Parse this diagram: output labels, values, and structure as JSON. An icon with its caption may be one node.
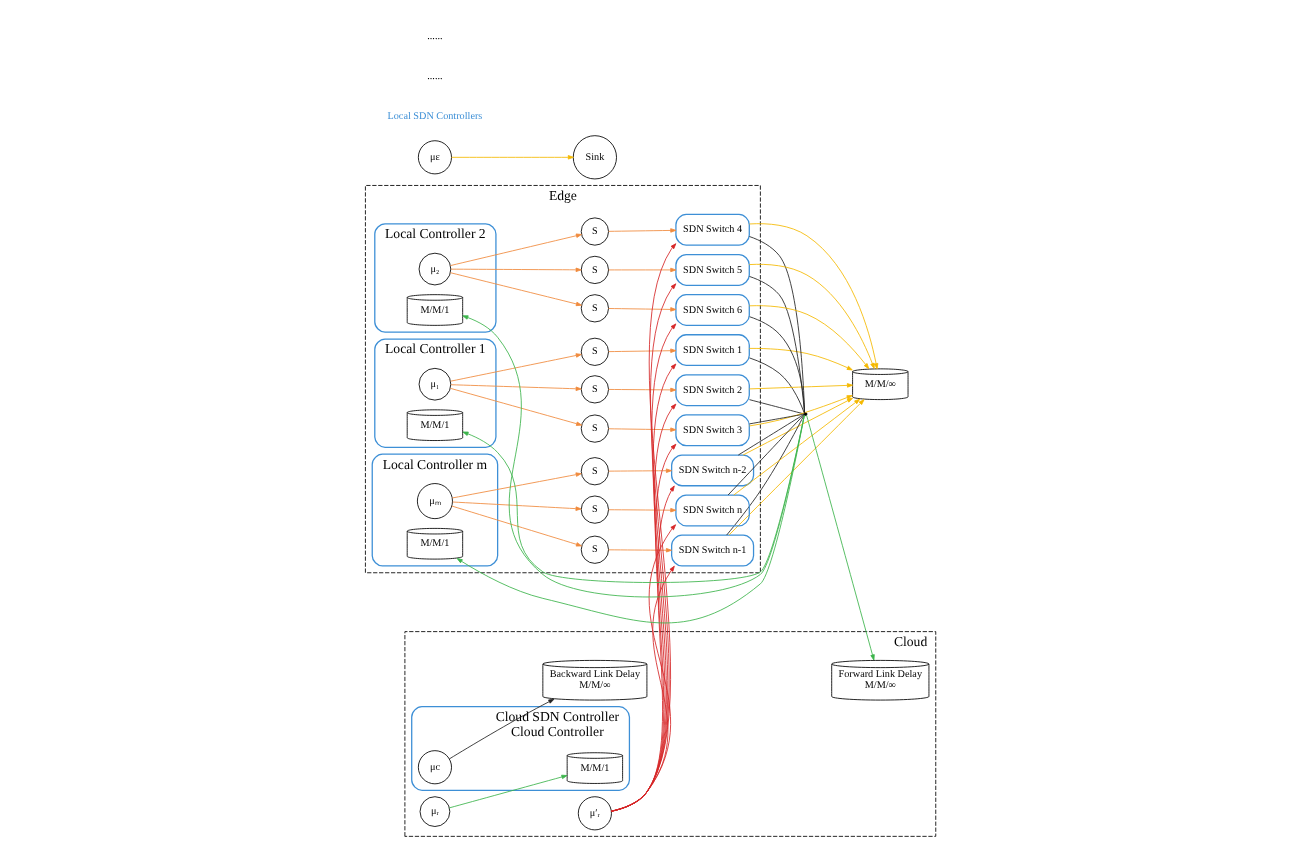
{
  "diagram": {
    "nodes": [
      {
        "text": [
          "Edge"
        ]
      },
      {
        "text": [
          "Local Controller 1"
        ],
        "in": 0
      },
      {
        "text": [
          "μ₁"
        ],
        "in": 1
      },
      {
        "text": [
          "M/M/1"
        ],
        "in": 1
      },
      {
        "text": [
          "Local Controller 2"
        ],
        "in": 0
      },
      {
        "text": [
          "μ₂"
        ],
        "in": 4
      },
      {
        "text": [
          "M/M/1"
        ],
        "in": 4
      },
      {
        "text": [
          "Local Controller m"
        ],
        "in": 0
      },
      {
        "text": [
          "μₘ"
        ],
        "in": 7
      },
      {
        "text": [
          "M/M/1"
        ],
        "in": 7
      },
      {
        "text": [
          "S"
        ],
        "in": 0
      },
      {
        "text": [
          "SDN Switch 1"
        ],
        "in": 0
      },
      {
        "text": [
          "S"
        ],
        "in": 0
      },
      {
        "text": [
          "SDN Switch 2"
        ],
        "in": 0
      },
      {
        "text": [
          "S"
        ],
        "in": 0
      },
      {
        "text": [
          "SDN Switch 3"
        ],
        "in": 0
      },
      {
        "text": [
          "S"
        ],
        "in": 0
      },
      {
        "text": [
          "SDN Switch 4"
        ],
        "in": 0
      },
      {
        "text": [
          "S"
        ],
        "in": 0
      },
      {
        "text": [
          "SDN Switch 5"
        ],
        "in": 0
      },
      {
        "text": [
          "S"
        ],
        "in": 0
      },
      {
        "text": [
          "SDN Switch 6"
        ],
        "in": 0
      },
      {
        "text": [
          "S"
        ],
        "in": 0
      },
      {
        "text": [
          "SDN Switch n-2"
        ],
        "in": 0
      },
      {
        "text": [
          "S"
        ],
        "in": 0
      },
      {
        "text": [
          "SDN Switch n-1"
        ],
        "in": 0
      },
      {
        "text": [
          "S"
        ],
        "in": 0
      },
      {
        "text": [
          "SDN Switch n"
        ],
        "in": 0
      },
      {
        "text": [
          "Cloud"
        ]
      },
      {
        "text": [
          "Forward Link Delay",
          "M/M/∞"
        ],
        "in": 28
      },
      {
        "text": [
          "μᵣ"
        ],
        "in": 28
      },
      {
        "text": [
          "Cloud SDN Controller",
          "Cloud Controller"
        ],
        "in": 28
      },
      {
        "text": [
          "M/M/1"
        ],
        "in": 31
      },
      {
        "text": [
          "μc"
        ],
        "in": 31
      },
      {
        "text": [
          "μ′ᵣ"
        ],
        "in": 28
      },
      {
        "text": [
          "Backward Link Delay",
          "M/M/∞"
        ],
        "in": 28
      },
      {
        "text": [
          "M/M/∞"
        ]
      },
      {
        "text": [
          "με"
        ]
      },
      {
        "text": [
          "Sink"
        ]
      },
      {
        "text": [],
        "shape": "dot"
      }
    ],
    "edges": [
      {
        "from": 2,
        "to": 10,
        "arrow": "to",
        "color": "#f08a3c"
      },
      {
        "from": 2,
        "to": 12,
        "arrow": "to",
        "color": "#f08a3c"
      },
      {
        "from": 2,
        "to": 14,
        "arrow": "to",
        "color": "#f08a3c"
      },
      {
        "from": 5,
        "to": 16,
        "arrow": "to",
        "color": "#f08a3c"
      },
      {
        "from": 5,
        "to": 18,
        "arrow": "to",
        "color": "#f08a3c"
      },
      {
        "from": 5,
        "to": 20,
        "arrow": "to",
        "color": "#f08a3c"
      },
      {
        "from": 8,
        "to": 22,
        "arrow": "to",
        "color": "#f08a3c"
      },
      {
        "from": 8,
        "to": 24,
        "arrow": "to",
        "color": "#f08a3c"
      },
      {
        "from": 8,
        "to": 26,
        "arrow": "to",
        "color": "#f08a3c"
      },
      {
        "from": 10,
        "to": 11,
        "arrow": "to",
        "color": "#f08a3c"
      },
      {
        "from": 12,
        "to": 13,
        "arrow": "to",
        "color": "#f08a3c"
      },
      {
        "from": 14,
        "to": 15,
        "arrow": "to",
        "color": "#f08a3c"
      },
      {
        "from": 16,
        "to": 17,
        "arrow": "to",
        "color": "#f08a3c"
      },
      {
        "from": 18,
        "to": 19,
        "arrow": "to",
        "color": "#f08a3c"
      },
      {
        "from": 20,
        "to": 21,
        "arrow": "to",
        "color": "#f08a3c"
      },
      {
        "from": 22,
        "to": 23,
        "arrow": "to",
        "color": "#f08a3c"
      },
      {
        "from": 24,
        "to": 25,
        "arrow": "to",
        "color": "#f08a3c"
      },
      {
        "from": 26,
        "to": 27,
        "arrow": "to",
        "color": "#f08a3c"
      },
      {
        "from": 34,
        "to": 11,
        "arrow": "to",
        "color": "#d62728"
      },
      {
        "from": 34,
        "to": 13,
        "arrow": "to",
        "color": "#d62728"
      },
      {
        "from": 34,
        "to": 15,
        "arrow": "to",
        "color": "#d62728"
      },
      {
        "from": 34,
        "to": 17,
        "arrow": "to",
        "color": "#d62728"
      },
      {
        "from": 34,
        "to": 19,
        "arrow": "to",
        "color": "#d62728"
      },
      {
        "from": 34,
        "to": 21,
        "arrow": "to",
        "color": "#d62728"
      },
      {
        "from": 34,
        "to": 23,
        "arrow": "to",
        "color": "#d62728"
      },
      {
        "from": 34,
        "to": 25,
        "arrow": "to",
        "color": "#d62728"
      },
      {
        "from": 34,
        "to": 27,
        "arrow": "to",
        "color": "#d62728"
      },
      {
        "from": 11,
        "to": 39,
        "arrow": "none",
        "color": "#222222"
      },
      {
        "from": 13,
        "to": 39,
        "arrow": "none",
        "color": "#222222"
      },
      {
        "from": 15,
        "to": 39,
        "arrow": "none",
        "color": "#222222"
      },
      {
        "from": 17,
        "to": 39,
        "arrow": "none",
        "color": "#222222"
      },
      {
        "from": 19,
        "to": 39,
        "arrow": "none",
        "color": "#222222"
      },
      {
        "from": 21,
        "to": 39,
        "arrow": "none",
        "color": "#222222"
      },
      {
        "from": 23,
        "to": 39,
        "arrow": "none",
        "color": "#222222"
      },
      {
        "from": 25,
        "to": 39,
        "arrow": "none",
        "color": "#222222"
      },
      {
        "from": 27,
        "to": 39,
        "arrow": "none",
        "color": "#222222"
      },
      {
        "from": 39,
        "to": 3,
        "arrow": "to",
        "color": "#3cb44b"
      },
      {
        "from": 39,
        "to": 6,
        "arrow": "to",
        "color": "#3cb44b"
      },
      {
        "from": 39,
        "to": 9,
        "arrow": "to",
        "color": "#3cb44b"
      },
      {
        "from": 39,
        "to": 29,
        "arrow": "to",
        "color": "#3cb44b"
      },
      {
        "from": 30,
        "to": 32,
        "arrow": "to",
        "color": "#3cb44b"
      },
      {
        "from": 33,
        "to": 35,
        "arrow": "to",
        "color": "#222222"
      },
      {
        "from": 11,
        "to": 36,
        "arrow": "to",
        "color": "#f5b800"
      },
      {
        "from": 13,
        "to": 36,
        "arrow": "to",
        "color": "#f5b800"
      },
      {
        "from": 15,
        "to": 36,
        "arrow": "to",
        "color": "#f5b800"
      },
      {
        "from": 17,
        "to": 36,
        "arrow": "to",
        "color": "#f5b800"
      },
      {
        "from": 19,
        "to": 36,
        "arrow": "to",
        "color": "#f5b800"
      },
      {
        "from": 21,
        "to": 36,
        "arrow": "to",
        "color": "#f5b800"
      },
      {
        "from": 23,
        "to": 36,
        "arrow": "to",
        "color": "#f5b800"
      },
      {
        "from": 25,
        "to": 36,
        "arrow": "to",
        "color": "#f5b800"
      },
      {
        "from": 27,
        "to": 36,
        "arrow": "to",
        "color": "#f5b800"
      },
      {
        "from": 37,
        "to": 38,
        "arrow": "to",
        "color": "#f5b800"
      }
    ],
    "labels": [
      "Local SDN Controllers",
      "......",
      "......"
    ]
  }
}
